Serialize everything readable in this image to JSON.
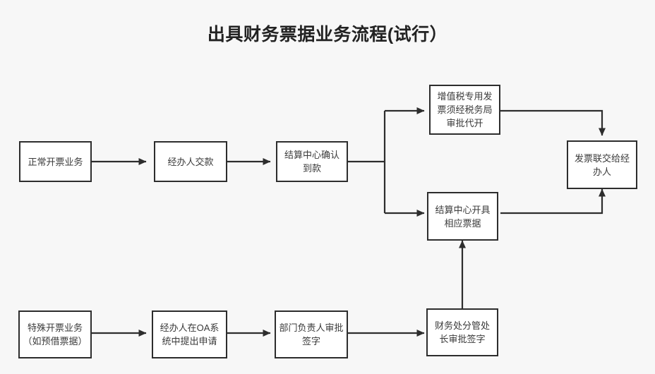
{
  "title": "出具财务票据业务流程(试行）",
  "colors": {
    "canvas": "#f7f7f7",
    "node_fill": "#ffffff",
    "node_border": "#2d2d2d",
    "connector": "#2d2d2d",
    "title_text": "#222222",
    "node_text": "#3a3a3a"
  },
  "nodes": {
    "normal_invoice": "正常开票业务",
    "agent_payment": "经办人交款",
    "settlement_confirm": "结算中心确认到款",
    "vat_special": "增值税专用发票须经税务局审批代开",
    "settlement_issue": "结算中心开具相应票据",
    "invoice_to_agent": "发票联交给经办人",
    "special_invoice": "特殊开票业务（如预借票据）",
    "oa_request": "经办人在OA系统中提出申请",
    "dept_approval": "部门负责人审批签字",
    "finance_approval": "财务处分管处长审批签字"
  },
  "connectors": [
    {
      "name": "normal-to-payment",
      "from": "normal_invoice",
      "to": "agent_payment"
    },
    {
      "name": "payment-to-confirm",
      "from": "agent_payment",
      "to": "settlement_confirm"
    },
    {
      "name": "confirm-split-to-vat",
      "from": "settlement_confirm",
      "to": "vat_special"
    },
    {
      "name": "confirm-split-to-issue",
      "from": "settlement_confirm",
      "to": "settlement_issue"
    },
    {
      "name": "vat-to-invoice-agent",
      "from": "vat_special",
      "to": "invoice_to_agent"
    },
    {
      "name": "issue-to-invoice-agent",
      "from": "settlement_issue",
      "to": "invoice_to_agent"
    },
    {
      "name": "special-to-oa",
      "from": "special_invoice",
      "to": "oa_request"
    },
    {
      "name": "oa-to-dept",
      "from": "oa_request",
      "to": "dept_approval"
    },
    {
      "name": "dept-to-finance",
      "from": "dept_approval",
      "to": "finance_approval"
    },
    {
      "name": "finance-to-issue",
      "from": "finance_approval",
      "to": "settlement_issue"
    }
  ]
}
